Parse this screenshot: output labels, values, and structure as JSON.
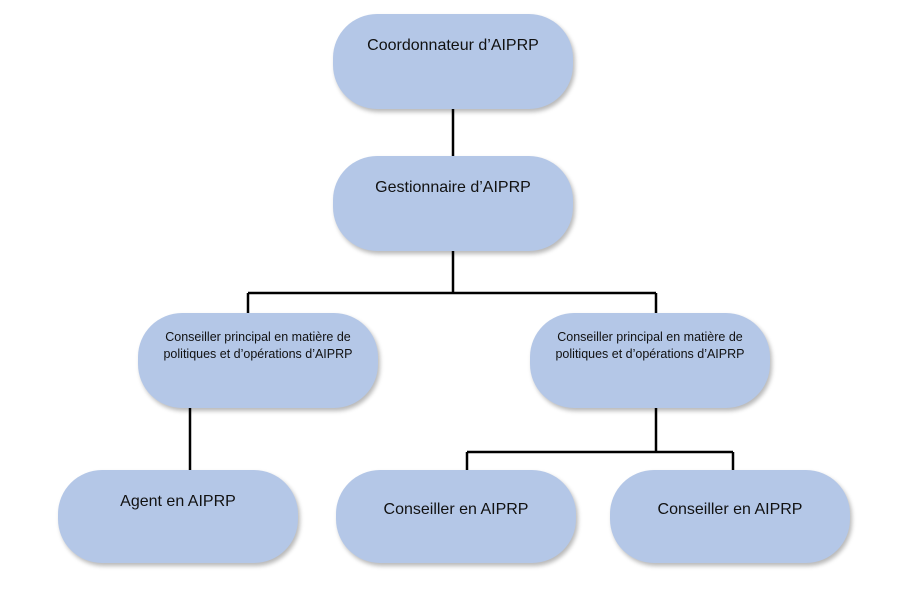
{
  "org_chart": {
    "coordonnateur": "Coordonnateur d’AIPRP",
    "gestionnaire": "Gestionnaire d’AIPRP",
    "conseiller_principal_gauche": "Conseiller principal en matière de politiques et d’opérations d’AIPRP",
    "conseiller_principal_droite": "Conseiller principal en matière de politiques et d’opérations d’AIPRP",
    "agent": "Agent en AIPRP",
    "conseiller_1": "Conseiller en AIPRP",
    "conseiller_2": "Conseiller en AIPRP"
  },
  "colors": {
    "node_fill": "#b4c7e7",
    "connector": "#000000"
  }
}
